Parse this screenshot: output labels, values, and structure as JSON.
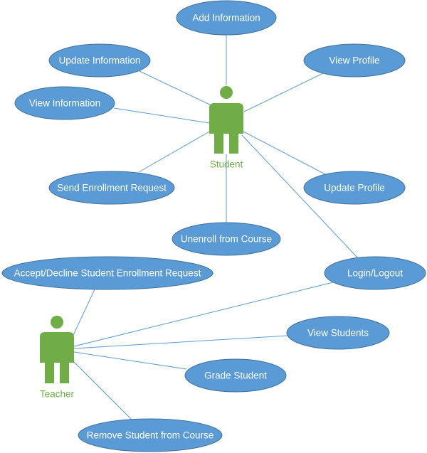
{
  "colors": {
    "usecase_fill": "#5b9bd5",
    "usecase_stroke": "#41719c",
    "actor_fill": "#70ad47",
    "actor_label": "#70ad47",
    "link": "#5b9bd5"
  },
  "actors": {
    "student": {
      "label": "Student",
      "icon": "person-icon"
    },
    "teacher": {
      "label": "Teacher",
      "icon": "person-icon"
    }
  },
  "use_cases": {
    "add_information": "Add Information",
    "update_information": "Update Information",
    "view_profile": "View Profile",
    "view_information": "View Information",
    "send_enrollment_request": "Send Enrollment Request",
    "update_profile": "Update Profile",
    "unenroll_from_course": "Unenroll from Course",
    "accept_decline_enrollment": "Accept/Decline Student Enrollment Request",
    "login_logout": "Login/Logout",
    "view_students": "View Students",
    "grade_student": "Grade Student",
    "remove_student": "Remove Student from Course"
  },
  "associations": [
    {
      "actor": "student",
      "use_case": "add_information"
    },
    {
      "actor": "student",
      "use_case": "update_information"
    },
    {
      "actor": "student",
      "use_case": "view_profile"
    },
    {
      "actor": "student",
      "use_case": "view_information"
    },
    {
      "actor": "student",
      "use_case": "send_enrollment_request"
    },
    {
      "actor": "student",
      "use_case": "update_profile"
    },
    {
      "actor": "student",
      "use_case": "unenroll_from_course"
    },
    {
      "actor": "student",
      "use_case": "login_logout"
    },
    {
      "actor": "teacher",
      "use_case": "accept_decline_enrollment"
    },
    {
      "actor": "teacher",
      "use_case": "login_logout"
    },
    {
      "actor": "teacher",
      "use_case": "view_students"
    },
    {
      "actor": "teacher",
      "use_case": "grade_student"
    },
    {
      "actor": "teacher",
      "use_case": "remove_student"
    }
  ]
}
